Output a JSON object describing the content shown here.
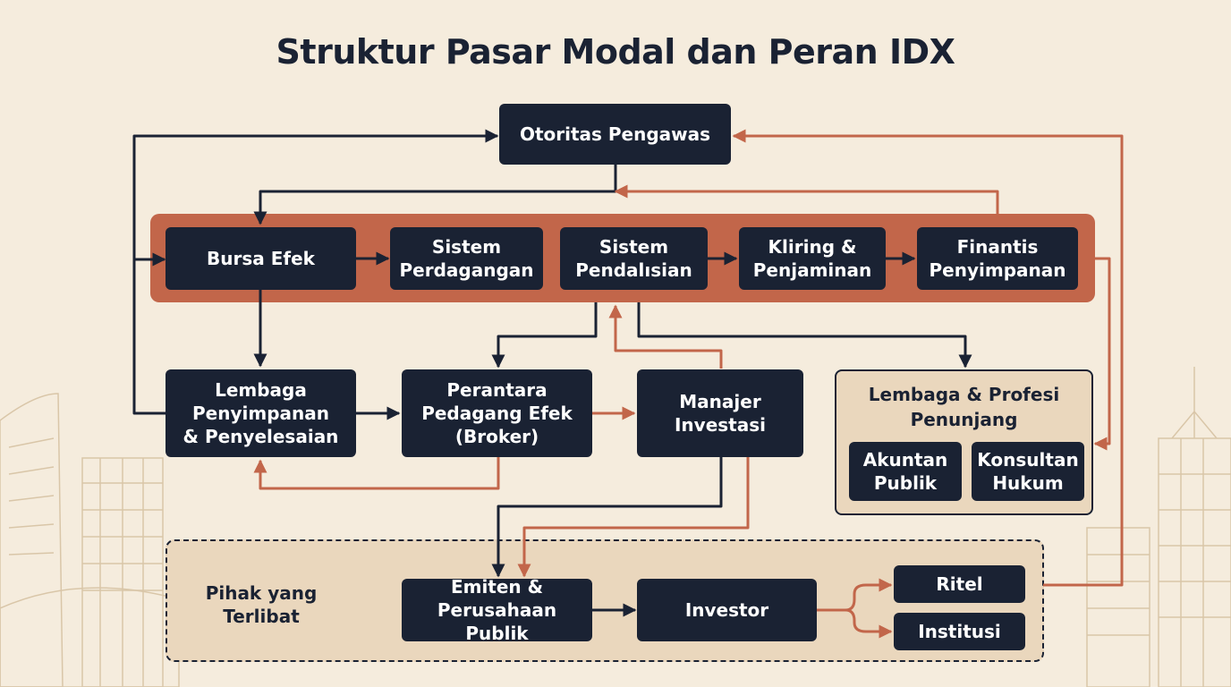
{
  "title": "Struktur Pasar Modal dan Peran IDX",
  "colors": {
    "background": "#f5ecdd",
    "node_fill": "#1a2233",
    "band_fill": "#c2664a",
    "panel_fill": "#ead7bd",
    "arrow_dark": "#1a2233",
    "arrow_accent": "#c2664a"
  },
  "nodes": {
    "otoritas": "Otoritas Pengawas",
    "bursa": "Bursa Efek",
    "sistem_perdagangan": "Sistem\nPerdagangan",
    "sistem_pendalisian": "Sistem\nPendalısian",
    "kliring": "Kliring &\nPenjaminan",
    "finantis": "Finantis\nPenyimpanan",
    "lembaga_penyimpanan": "Lembaga\nPenyimpanan\n& Penyelesaian",
    "broker": "Perantara\nPedagang Efek\n(Broker)",
    "manajer": "Manajer\nInvestasi",
    "akuntan": "Akuntan\nPublik",
    "konsultan": "Konsultan\nHukum",
    "emiten": "Emiten &\nPerusahaan Publik",
    "investor": "Investor",
    "ritel": "Ritel",
    "institusi": "Institusi"
  },
  "groups": {
    "support_title": "Lembaga & Profesi\nPenunjang",
    "parties_label": "Pihak yang\nTerlibat"
  }
}
